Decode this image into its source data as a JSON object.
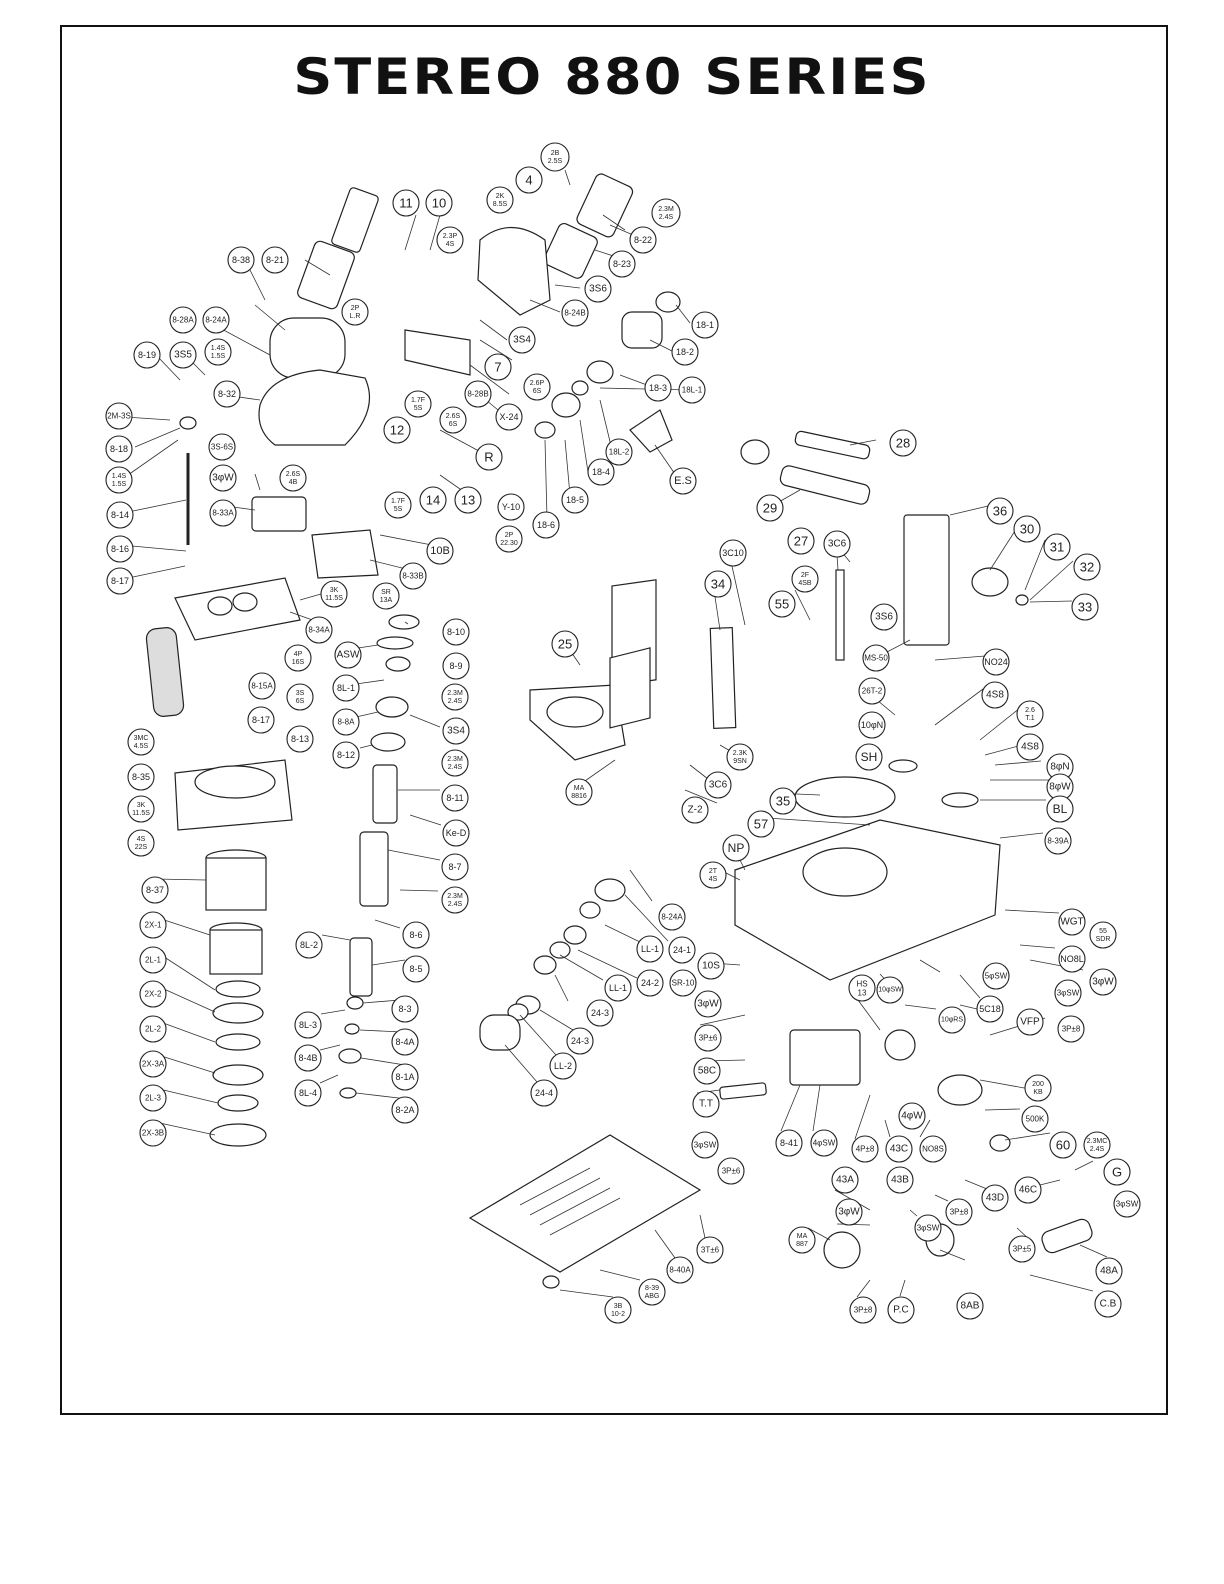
{
  "title": "STEREO 880 SERIES",
  "parts": {
    "p_11": "11",
    "p_10": "10",
    "p_2B": "2B\n2.5S",
    "p_4": "4",
    "p_2K": "2K\n8.5S",
    "p_23M_a": "2.3M\n2.4S",
    "p_8_22": "8-22",
    "p_8_23": "8-23",
    "p_2_3P": "2.3P\n4S",
    "p_8_38": "8-38",
    "p_8_21": "8-21",
    "p_2P_LR": "2P\nL.R",
    "p_3S6_a": "3S6",
    "p_8_24B": "8-24B",
    "p_8_28A": "8-28A",
    "p_8_24A_top": "8-24A",
    "p_3S4_a": "3S4",
    "p_18_1": "18-1",
    "p_8_19": "8-19",
    "p_3S5": "3S5",
    "p_1_4S_a": "1.4S\n1.5S",
    "p_7": "7",
    "p_2_6P": "2.6P\n6S",
    "p_18_2": "18-2",
    "p_8_32": "8-32",
    "p_1_7F_a": "1.7F\n5S",
    "p_2_6S_a": "2.6S\n6S",
    "p_8_28B": "8-28B",
    "p_18_3": "18-3",
    "p_18L_1": "18L-1",
    "p_2M_3S": "2M-3S",
    "p_12": "12",
    "p_X_24": "X-24",
    "p_8_18": "8-18",
    "p_R": "R",
    "p_3S_6S_a": "3S-6S",
    "p_18L_2": "18L-2",
    "p_1_4S_b": "1.4S\n1.5S",
    "p_3W_a": "3φW",
    "p_2_6S_b": "2.6S\n4B",
    "p_14": "14",
    "p_13": "13",
    "p_18_4": "18-4",
    "p_ES": "E.S",
    "p_8_14": "8-14",
    "p_1_7F_b": "1.7F\n5S",
    "p_Y_10": "Y-10",
    "p_18_5": "18-5",
    "p_8_33A": "8-33A",
    "p_2P_22": "2P\n22.30",
    "p_18_6": "18-6",
    "p_8_16": "8-16",
    "p_10B": "10B",
    "p_8_17_left": "8-17",
    "p_8_33B": "8-33B",
    "p_3K_a": "3K\n11.5S",
    "p_SR": "SR\n13A",
    "p_8_34A": "8-34A",
    "p_8_10": "8-10",
    "p_ASW": "ASW",
    "p_4P": "4P\n16S",
    "p_8_9": "8-9",
    "p_8L_1": "8L-1",
    "p_8_15A": "8-15A",
    "p_3S_6S_b": "3S\n6S",
    "p_2_3M_b": "2.3M\n2.4S",
    "p_8_8A": "8-8A",
    "p_3S4_b": "3S4",
    "p_8_17": "8-17",
    "p_3MC_a": "3MC\n4.5S",
    "p_8_13": "8-13",
    "p_8_12": "8-12",
    "p_2_3M_c": "2.3M\n2.4S",
    "p_8_35": "8-35",
    "p_8_11": "8-11",
    "p_3K_b": "3K\n11.5S",
    "p_Ke_D": "Ke-D",
    "p_4S_22S": "4S\n22S",
    "p_8_7": "8-7",
    "p_8_37": "8-37",
    "p_2_3M_d": "2.3M\n2.4S",
    "p_2X_1": "2X-1",
    "p_8L_2": "8L-2",
    "p_8_6": "8-6",
    "p_2L_1": "2L-1",
    "p_8_5": "8-5",
    "p_2X_2": "2X-2",
    "p_8_3": "8-3",
    "p_8L_3": "8L-3",
    "p_2L_2": "2L-2",
    "p_8_4A": "8-4A",
    "p_8_4B": "8-4B",
    "p_2X_3A": "2X-3A",
    "p_8_1A": "8-1A",
    "p_8L_4": "8L-4",
    "p_2L_3": "2L-3",
    "p_8_2A": "8-2A",
    "p_2X_3B": "2X-3B",
    "p_28": "28",
    "p_29": "29",
    "p_36": "36",
    "p_30": "30",
    "p_3C10": "3C10",
    "p_27": "27",
    "p_3C6_a": "3C6",
    "p_31": "31",
    "p_34": "34",
    "p_2F": "2F\n4SB",
    "p_32": "32",
    "p_55": "55",
    "p_3S6_b": "3S6",
    "p_33": "33",
    "p_25": "25",
    "p_MS_50": "MS-50",
    "p_NO24": "NO24",
    "p_26T_2": "26T-2",
    "p_4S8_a": "4S8",
    "p_10N": "10φN",
    "p_2_6T": "2.6\nT.1",
    "p_2_3K": "2.3K\n9SN",
    "p_4S8_b": "4S8",
    "p_SH": "SH",
    "p_8N": "8φN",
    "p_3C6_b": "3C6",
    "p_MA8816": "MA\n8816",
    "p_8W": "8φW",
    "p_Z_2": "Z-2",
    "p_35": "35",
    "p_BL": "BL",
    "p_57": "57",
    "p_NP": "NP",
    "p_8_39A": "8-39A",
    "p_2T": "2T\n4S",
    "p_8_24A_mid": "8-24A",
    "p_WGT": "WGT",
    "p_55SDR": "55\nSDR",
    "p_LL_1a": "LL-1",
    "p_24_1": "24-1",
    "p_10S": "10S",
    "p_NO8L": "NO8L",
    "p_24_2": "24-2",
    "p_SR_10": "SR-10",
    "p_LL_1b": "LL-1",
    "p_HS": "HS\n13",
    "p_10SW": "10φSW",
    "p_5SW": "5φSW",
    "p_3W_b": "3φW",
    "p_3SW_a": "3φSW",
    "p_3W_c": "3φW",
    "p_5C18": "5C18",
    "p_24_3a": "24-3",
    "p_3P8_a": "3P±8",
    "p_3P6_a": "3P±6",
    "p_10RS": "10φRS",
    "p_VFP": "VFP",
    "p_24_3b": "24-3",
    "p_58C": "58C",
    "p_LL_2": "LL-2",
    "p_TT": "T.T",
    "p_200KB": "200\nKB",
    "p_24_4": "24-4",
    "p_4W": "4φW",
    "p_500K": "500K",
    "p_3SW_b": "3φSW",
    "p_8_41": "8-41",
    "p_4SW": "4φSW",
    "p_4P8": "4P±8",
    "p_43C": "43C",
    "p_NO8S": "NO8S",
    "p_60": "60",
    "p_2_3MC": "2.3MC\n2.4S",
    "p_3P6_b": "3P±6",
    "p_G": "G",
    "p_43A": "43A",
    "p_43B": "43B",
    "p_43D": "43D",
    "p_46C": "46C",
    "p_3W_d": "3φW",
    "p_3P8_b": "3P±8",
    "p_3SW_c": "3φSW",
    "p_3SW_d": "3φSW",
    "p_3T6": "3T±6",
    "p_MA887": "MA\n887",
    "p_3P5": "3P±5",
    "p_48A": "48A",
    "p_8_40A": "8-40A",
    "p_8_39ABG": "8-39\nABG",
    "p_3B": "3B\n10-2",
    "p_3P8_c": "3P±8",
    "p_PC": "P.C",
    "p_8AB": "8AB",
    "p_CB": "C.B"
  }
}
